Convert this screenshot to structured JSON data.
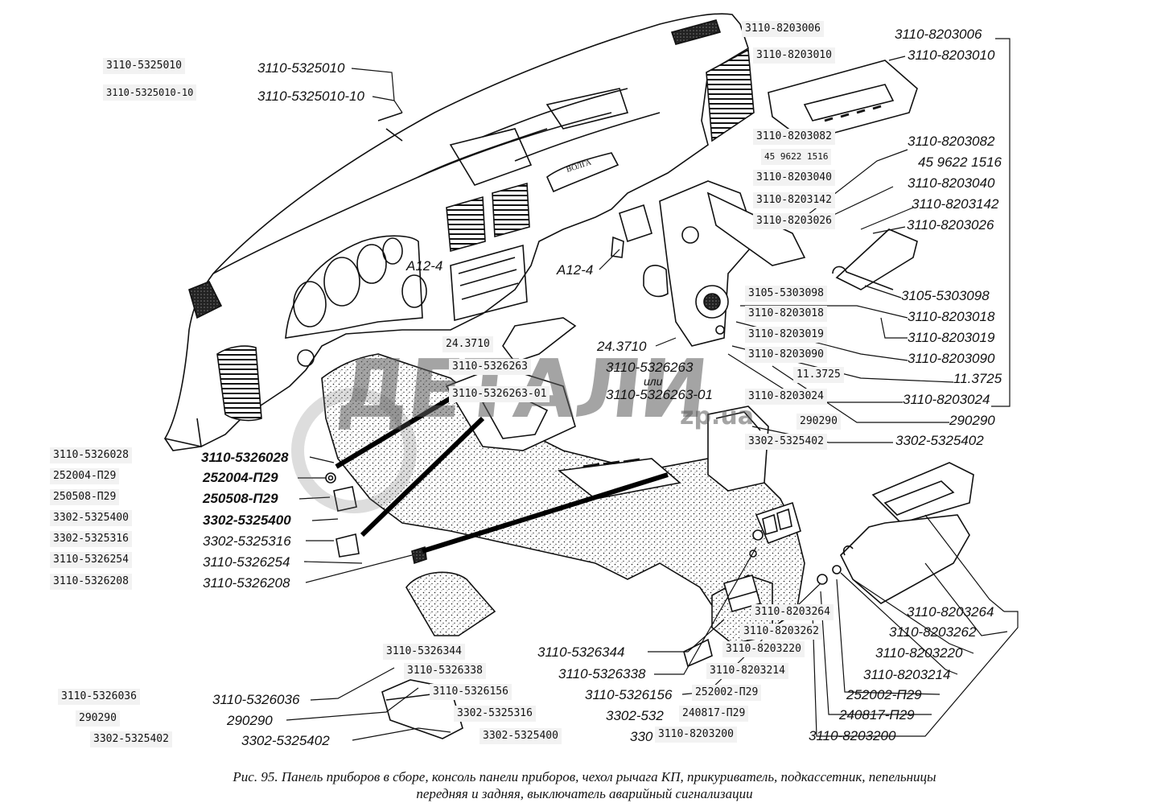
{
  "drawing_labels": {
    "top_1": "3110-5325010",
    "top_2": "3110-5325010-10",
    "a12_left": "A12-4",
    "a12_mid": "A12-4",
    "rel_2437": "24.3710",
    "r1": "3110-8203006",
    "r2": "3110-8203010",
    "r3": "3110-8203082",
    "r4": "45 9622 1516",
    "r5": "3110-8203040",
    "r6": "3110-8203142",
    "r7": "3110-8203026",
    "r8": "3105-5303098",
    "r9": "3110-8203018",
    "r10": "3110-8203019",
    "r11": "3110-8203090",
    "r12": "11.3725",
    "r13": "3110-8203024",
    "r14": "290290",
    "r15": "3302-5325402",
    "mid_263": "3110-5326263",
    "mid_ili": "или",
    "mid_263_01": "3110-5326263-01",
    "l1": "3110-5326028",
    "l2": "252004-П29",
    "l3": "250508-П29",
    "l4": "3302-5325400",
    "l5": "3302-5325316",
    "l6": "3110-5326254",
    "l7": "3110-5326208",
    "b1": "3110-5326344",
    "b2": "3110-5326338",
    "b3": "3110-5326156",
    "b4": "3302-532",
    "b5": "330",
    "bl1": "3110-5326036",
    "bl2": "290290",
    "bl3": "3302-5325402",
    "br1": "3110-8203264",
    "br2": "3110-8203262",
    "br3": "3110-8203220",
    "br4": "3110-8203214",
    "br5": "252002-П29",
    "br6": "240817-П29",
    "br7": "3110-8203200",
    "panel_logo": "ВОЛГА"
  },
  "overlay_labels": {
    "o_t1": "3110-5325010",
    "o_t2": "3110-5325010-10",
    "o_l1": "3110-5326028",
    "o_l2": "252004-П29",
    "o_l3": "250508-П29",
    "o_l4": "3302-5325400",
    "o_l5": "3302-5325316",
    "o_l6": "3110-5326254",
    "o_l7": "3110-5326208",
    "o_bl1": "3110-5326036",
    "o_bl2": "290290",
    "o_bl3": "3302-5325402",
    "o_r1": "3110-8203006",
    "o_r2": "3110-8203010",
    "o_r3": "3110-8203082",
    "o_r4": "45 9622 1516",
    "o_r5": "3110-8203040",
    "o_r6": "3110-8203142",
    "o_r7": "3110-8203026",
    "o_r8": "3105-5303098",
    "o_r9": "3110-8203018",
    "o_r10": "3110-8203019",
    "o_r11": "3110-8203090",
    "o_r12": "11.3725",
    "o_r13": "3110-8203024",
    "o_r14": "290290",
    "o_r15": "3302-5325402",
    "o_m1": "24.3710",
    "o_m2": "3110-5326263",
    "o_m3": "3110-5326263-01",
    "o_b1": "3110-5326344",
    "o_b2": "3110-5326338",
    "o_b3": "3110-5326156",
    "o_b4": "3302-5325316",
    "o_b5": "3302-5325400",
    "o_br1": "3110-8203264",
    "o_br2": "3110-8203262",
    "o_br3": "3110-8203220",
    "o_br4": "3110-8203214",
    "o_br5": "252002-П29",
    "o_br6": "240817-П29",
    "o_br7": "3110-8203200"
  },
  "watermark": {
    "main": "ДЕТАЛИ",
    "suffix": "zp.ua"
  },
  "caption": {
    "line1": "Рис. 95. Панель приборов в сборе, консоль панели приборов, чехол рычага КП, прикуриватель, подкассетник, пепельницы",
    "line2": "передняя и задняя, выключатель аварийный сигнализации"
  }
}
